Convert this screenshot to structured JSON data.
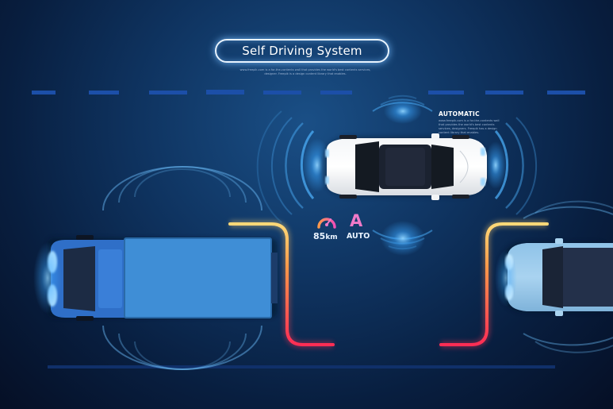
{
  "header": {
    "title": "Self Driving System",
    "subtitle": "www.freepik.com is a for-the-contents wall that provides the world's best contents services, designer. Freepik is a design content library that enables."
  },
  "automatic_panel": {
    "title": "AUTOMATIC",
    "description": "www.freepik.com is a for-the-contents wall that provides the world's best contents services, designers. Freepik has a design content library that enables."
  },
  "dashboard": {
    "speed_value": "85",
    "speed_unit": "km",
    "speed_icon": "speedometer-icon",
    "mode_letter": "A",
    "mode_label": "AUTO"
  },
  "colors": {
    "accent_blue": "#3aa6ff",
    "warm_start": "#ffb347",
    "warm_end": "#ff2d55",
    "mode_pink": "#f07ac8"
  }
}
